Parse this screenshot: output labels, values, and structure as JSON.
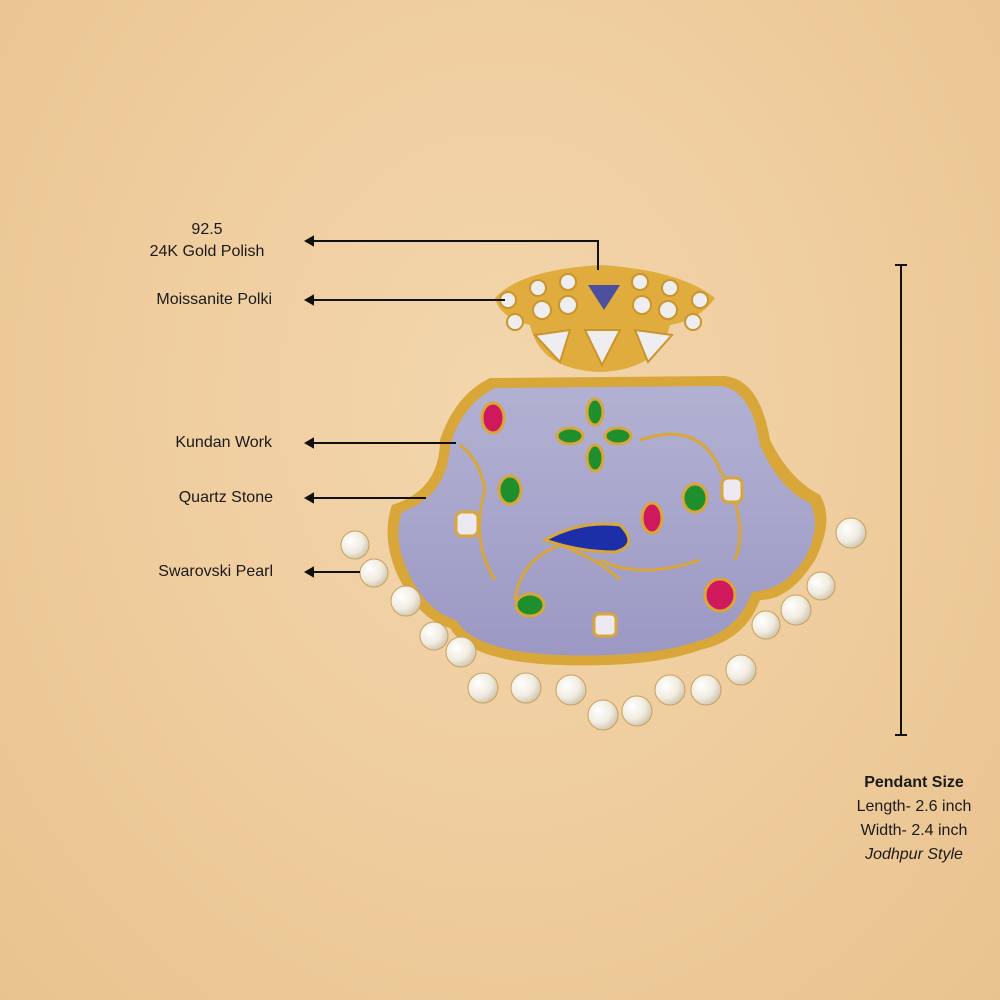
{
  "annotations": {
    "metal": {
      "line1": "92.5",
      "line2": "24K Gold Polish"
    },
    "polki": "Moissanite Polki",
    "kundan": "Kundan Work",
    "quartz": "Quartz Stone",
    "pearl": "Swarovski Pearl"
  },
  "specs": {
    "title": "Pendant Size",
    "length": "Length- 2.6 inch",
    "width": "Width- 2.4 inch",
    "style": "Jodhpur Style"
  },
  "colors": {
    "background": "#eecb9b",
    "gold": "#d9a63a",
    "quartz": "#a9a7cc",
    "ruby": "#d0185c",
    "emerald": "#1f8f2e",
    "sapphire": "#1c2fa8",
    "pearl": "#f7f3ea"
  }
}
